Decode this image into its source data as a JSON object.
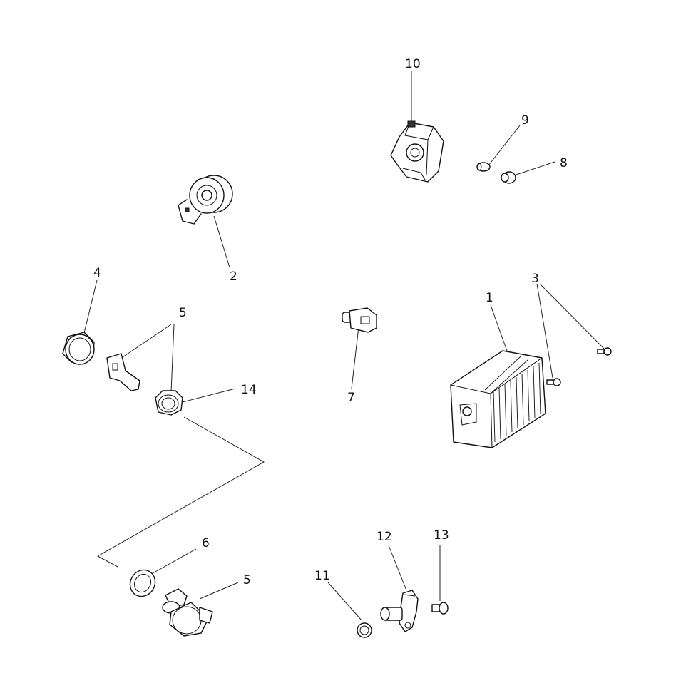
{
  "callouts": {
    "c1": "1",
    "c2": "2",
    "c3": "3",
    "c4": "4",
    "c5a": "5",
    "c5b": "5",
    "c6": "6",
    "c7": "7",
    "c8": "8",
    "c9": "9",
    "c10": "10",
    "c11": "11",
    "c12": "12",
    "c13": "13",
    "c14": "14"
  }
}
